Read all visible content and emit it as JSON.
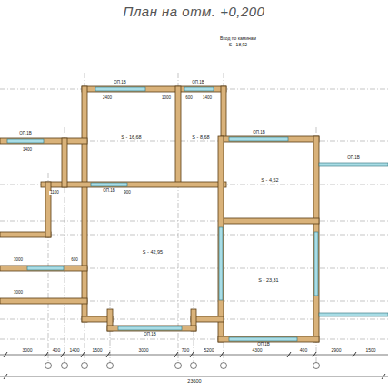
{
  "diagram": {
    "title": "План на отм. +0,200",
    "nodes": [
      {
        "text": [
          "S - 16,68"
        ]
      },
      {
        "text": [
          "S - 8,68"
        ]
      },
      {
        "text": [
          "S - 4,52"
        ]
      },
      {
        "text": [
          "S - 42,95"
        ]
      },
      {
        "text": [
          "S - 23,31"
        ]
      }
    ],
    "labels": [
      "Вход по каминам",
      "S - 18,92",
      "ОП.1В",
      "ОП.1В",
      "ОП.1В",
      "ОП.1В",
      "ОП.1В",
      "ОП.1В",
      "ОП.1В",
      "ОП.1В",
      "2400",
      "1000",
      "600",
      "1400",
      "1100",
      "900",
      "1400",
      "3000",
      "3000",
      "600",
      "3000",
      "400",
      "1400",
      "1500",
      "3000",
      "700",
      "5200",
      "4300",
      "400",
      "2900",
      "1500",
      "23600"
    ]
  }
}
